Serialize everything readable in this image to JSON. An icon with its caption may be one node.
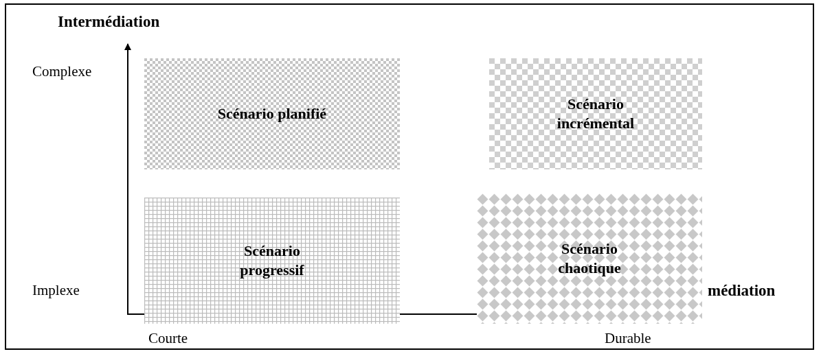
{
  "diagram": {
    "nodes": [
      {
        "text": [
          "Scénario planifié"
        ]
      },
      {
        "text": [
          "Scénario incrémental"
        ]
      },
      {
        "text": [
          "Scénario progressif"
        ]
      },
      {
        "text": [
          "Scénario chaotique"
        ]
      }
    ],
    "edges": [],
    "labels": [
      "Intermédiation",
      "Complexe",
      "Implexe",
      "médiation",
      "Courte",
      "Durable"
    ]
  }
}
